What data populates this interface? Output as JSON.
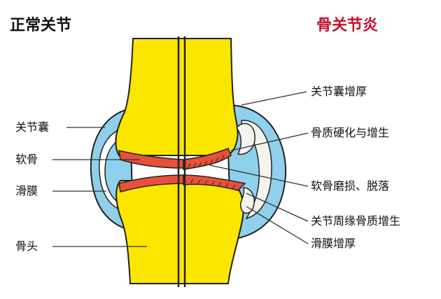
{
  "titles": {
    "normal": "正常关节",
    "arthritis": "骨关节炎"
  },
  "labels": {
    "left": [
      "关节囊",
      "软骨",
      "滑膜",
      "骨头"
    ],
    "right": [
      "关节囊增厚",
      "骨质硬化与增生",
      "软骨磨损、脱落",
      "关节周缘骨质增生",
      "滑膜增厚"
    ]
  },
  "colors": {
    "bone": "#fbe600",
    "bone_outline": "#2a2a2a",
    "cartilage": "#e8503a",
    "capsule": "#8fd0ec",
    "synovium": "#ffffff",
    "title_right": "#c8102e",
    "leader_right": "#c8102e",
    "leader_left": "#333333"
  }
}
